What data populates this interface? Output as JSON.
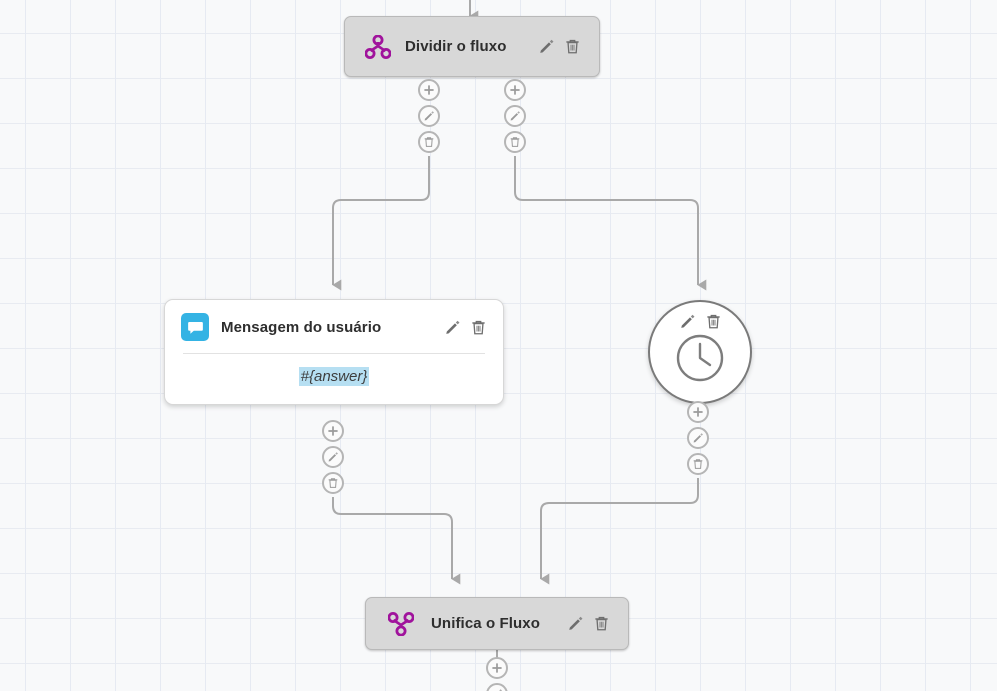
{
  "canvas": {
    "name": "flow-editor-canvas",
    "grid": true,
    "grid_size": 45,
    "background_color": "#f8f9fa",
    "grid_color": "#e6eaf2",
    "edge_color": "#a9a9a9",
    "accent_purple": "#a0139c",
    "accent_blue": "#34b3e4",
    "highlight_blue": "#b6dff2"
  },
  "nodes": [
    {
      "id": "split",
      "type": "split-flow",
      "title": "Dividir o fluxo",
      "icon": "split-flow-icon",
      "edit_label": "Editar",
      "delete_label": "Excluir"
    },
    {
      "id": "message",
      "type": "user-message",
      "title": "Mensagem do usuário",
      "icon": "chat-bubble-icon",
      "variable": "#{answer}",
      "edit_label": "Editar",
      "delete_label": "Excluir"
    },
    {
      "id": "timer",
      "type": "delay",
      "title": "",
      "icon": "clock-icon",
      "edit_label": "Editar",
      "delete_label": "Excluir"
    },
    {
      "id": "merge",
      "type": "merge-flow",
      "title": "Unifica o Fluxo",
      "icon": "merge-flow-icon",
      "edit_label": "Editar",
      "delete_label": "Excluir"
    }
  ],
  "handles": {
    "add_label": "Adicionar",
    "edit_label": "Editar",
    "delete_label": "Excluir"
  }
}
